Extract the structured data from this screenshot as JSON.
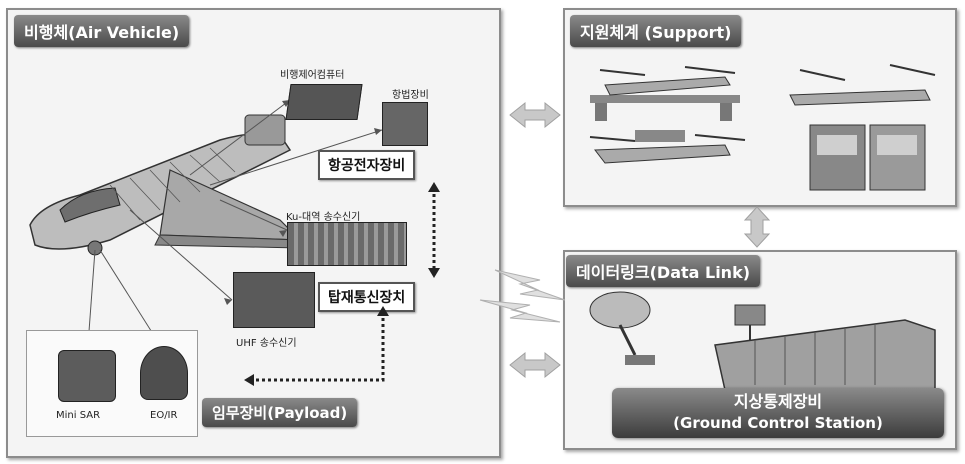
{
  "air_vehicle": {
    "title": "비행체(Air Vehicle)",
    "flight_computer": "비행제어컴퓨터",
    "mission_equipment": "항법장비",
    "avionics": "항공전자장비",
    "ku_transceiver": "Ku-대역 송수신기",
    "uhf_transceiver": "UHF 송수신기",
    "comm_equipment": "탑재통신장치",
    "mini_sar": "Mini SAR",
    "eo_ir": "EO/IR",
    "payload": "임무장비(Payload)"
  },
  "support": {
    "title": "지원체계 (Support)"
  },
  "data_link": {
    "title": "데이터링크(Data Link)",
    "gcs_line1": "지상통제장비",
    "gcs_line2": "(Ground Control Station)"
  }
}
